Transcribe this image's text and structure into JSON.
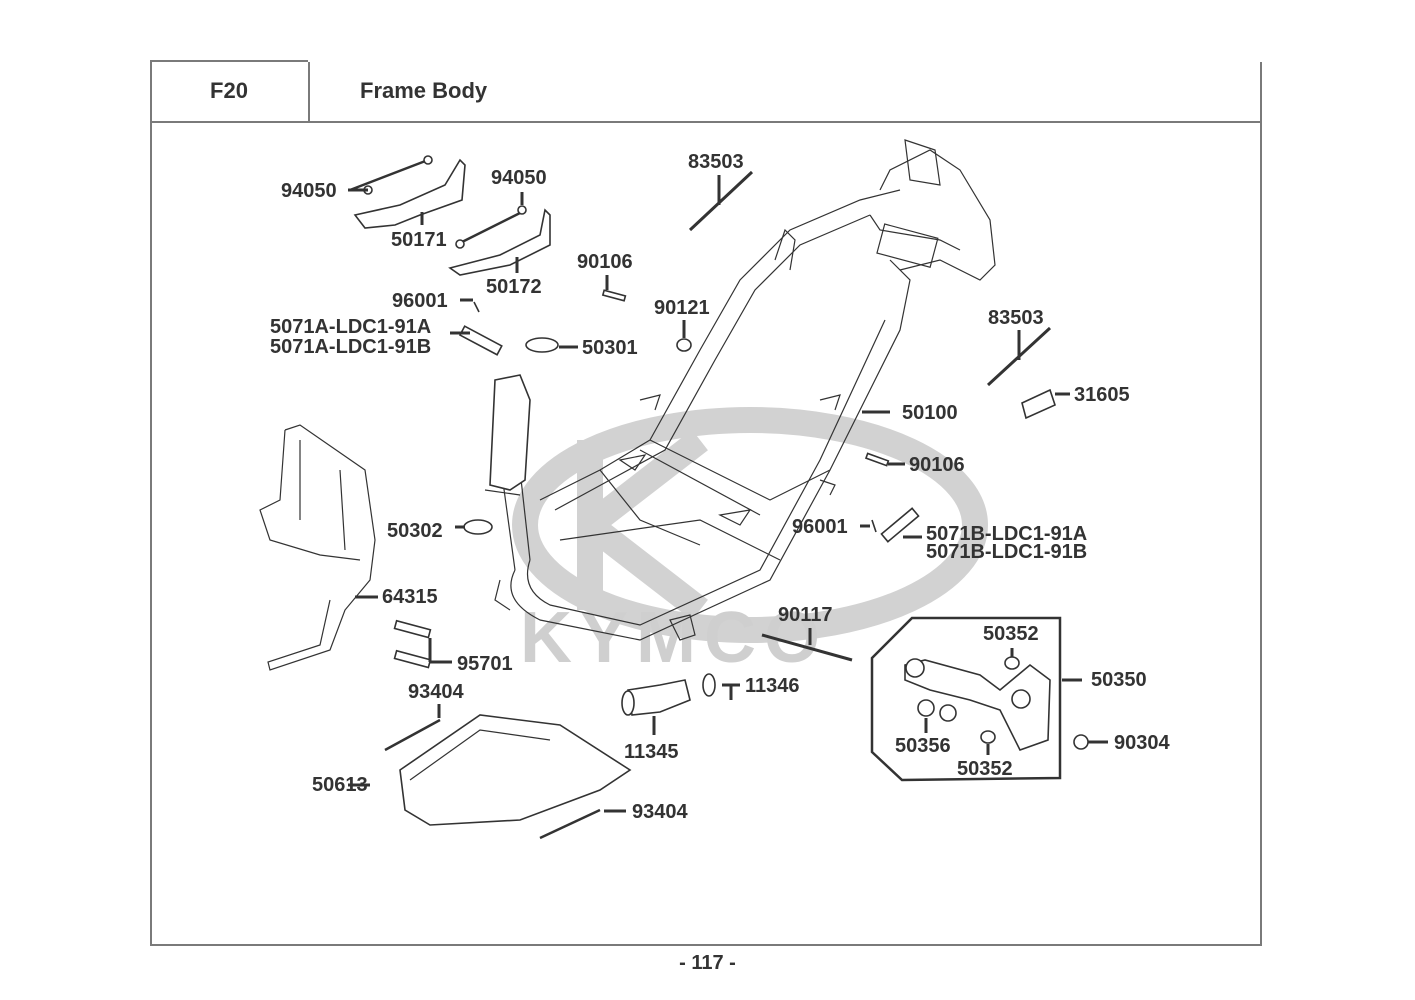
{
  "header": {
    "section_code": "F20",
    "section_title": "Frame Body"
  },
  "watermark": {
    "brand": "KYMCO",
    "color": "#d0d0d0"
  },
  "parts": [
    {
      "id": "p-94050-a",
      "label": "94050"
    },
    {
      "id": "p-50171",
      "label": "50171"
    },
    {
      "id": "p-94050-b",
      "label": "94050"
    },
    {
      "id": "p-50172",
      "label": "50172"
    },
    {
      "id": "p-96001-a",
      "label": "96001"
    },
    {
      "id": "p-5071a-a",
      "label": "5071A-LDC1-91A"
    },
    {
      "id": "p-5071a-b",
      "label": "5071A-LDC1-91B"
    },
    {
      "id": "p-50301",
      "label": "50301"
    },
    {
      "id": "p-90106-a",
      "label": "90106"
    },
    {
      "id": "p-90121",
      "label": "90121"
    },
    {
      "id": "p-83503-a",
      "label": "83503"
    },
    {
      "id": "p-83503-b",
      "label": "83503"
    },
    {
      "id": "p-31605",
      "label": "31605"
    },
    {
      "id": "p-50100",
      "label": "50100"
    },
    {
      "id": "p-90106-b",
      "label": "90106"
    },
    {
      "id": "p-96001-b",
      "label": "96001"
    },
    {
      "id": "p-5071b-a",
      "label": "5071B-LDC1-91A"
    },
    {
      "id": "p-5071b-b",
      "label": "5071B-LDC1-91B"
    },
    {
      "id": "p-50302",
      "label": "50302"
    },
    {
      "id": "p-64315",
      "label": "64315"
    },
    {
      "id": "p-95701",
      "label": "95701"
    },
    {
      "id": "p-93404-a",
      "label": "93404"
    },
    {
      "id": "p-50613",
      "label": "50613"
    },
    {
      "id": "p-93404-b",
      "label": "93404"
    },
    {
      "id": "p-11345",
      "label": "11345"
    },
    {
      "id": "p-11346",
      "label": "11346"
    },
    {
      "id": "p-90117",
      "label": "90117"
    },
    {
      "id": "p-50352-a",
      "label": "50352"
    },
    {
      "id": "p-50350",
      "label": "50350"
    },
    {
      "id": "p-50356",
      "label": "50356"
    },
    {
      "id": "p-50352-b",
      "label": "50352"
    },
    {
      "id": "p-90304",
      "label": "90304"
    }
  ],
  "footer": {
    "page_number": "- 117 -"
  }
}
